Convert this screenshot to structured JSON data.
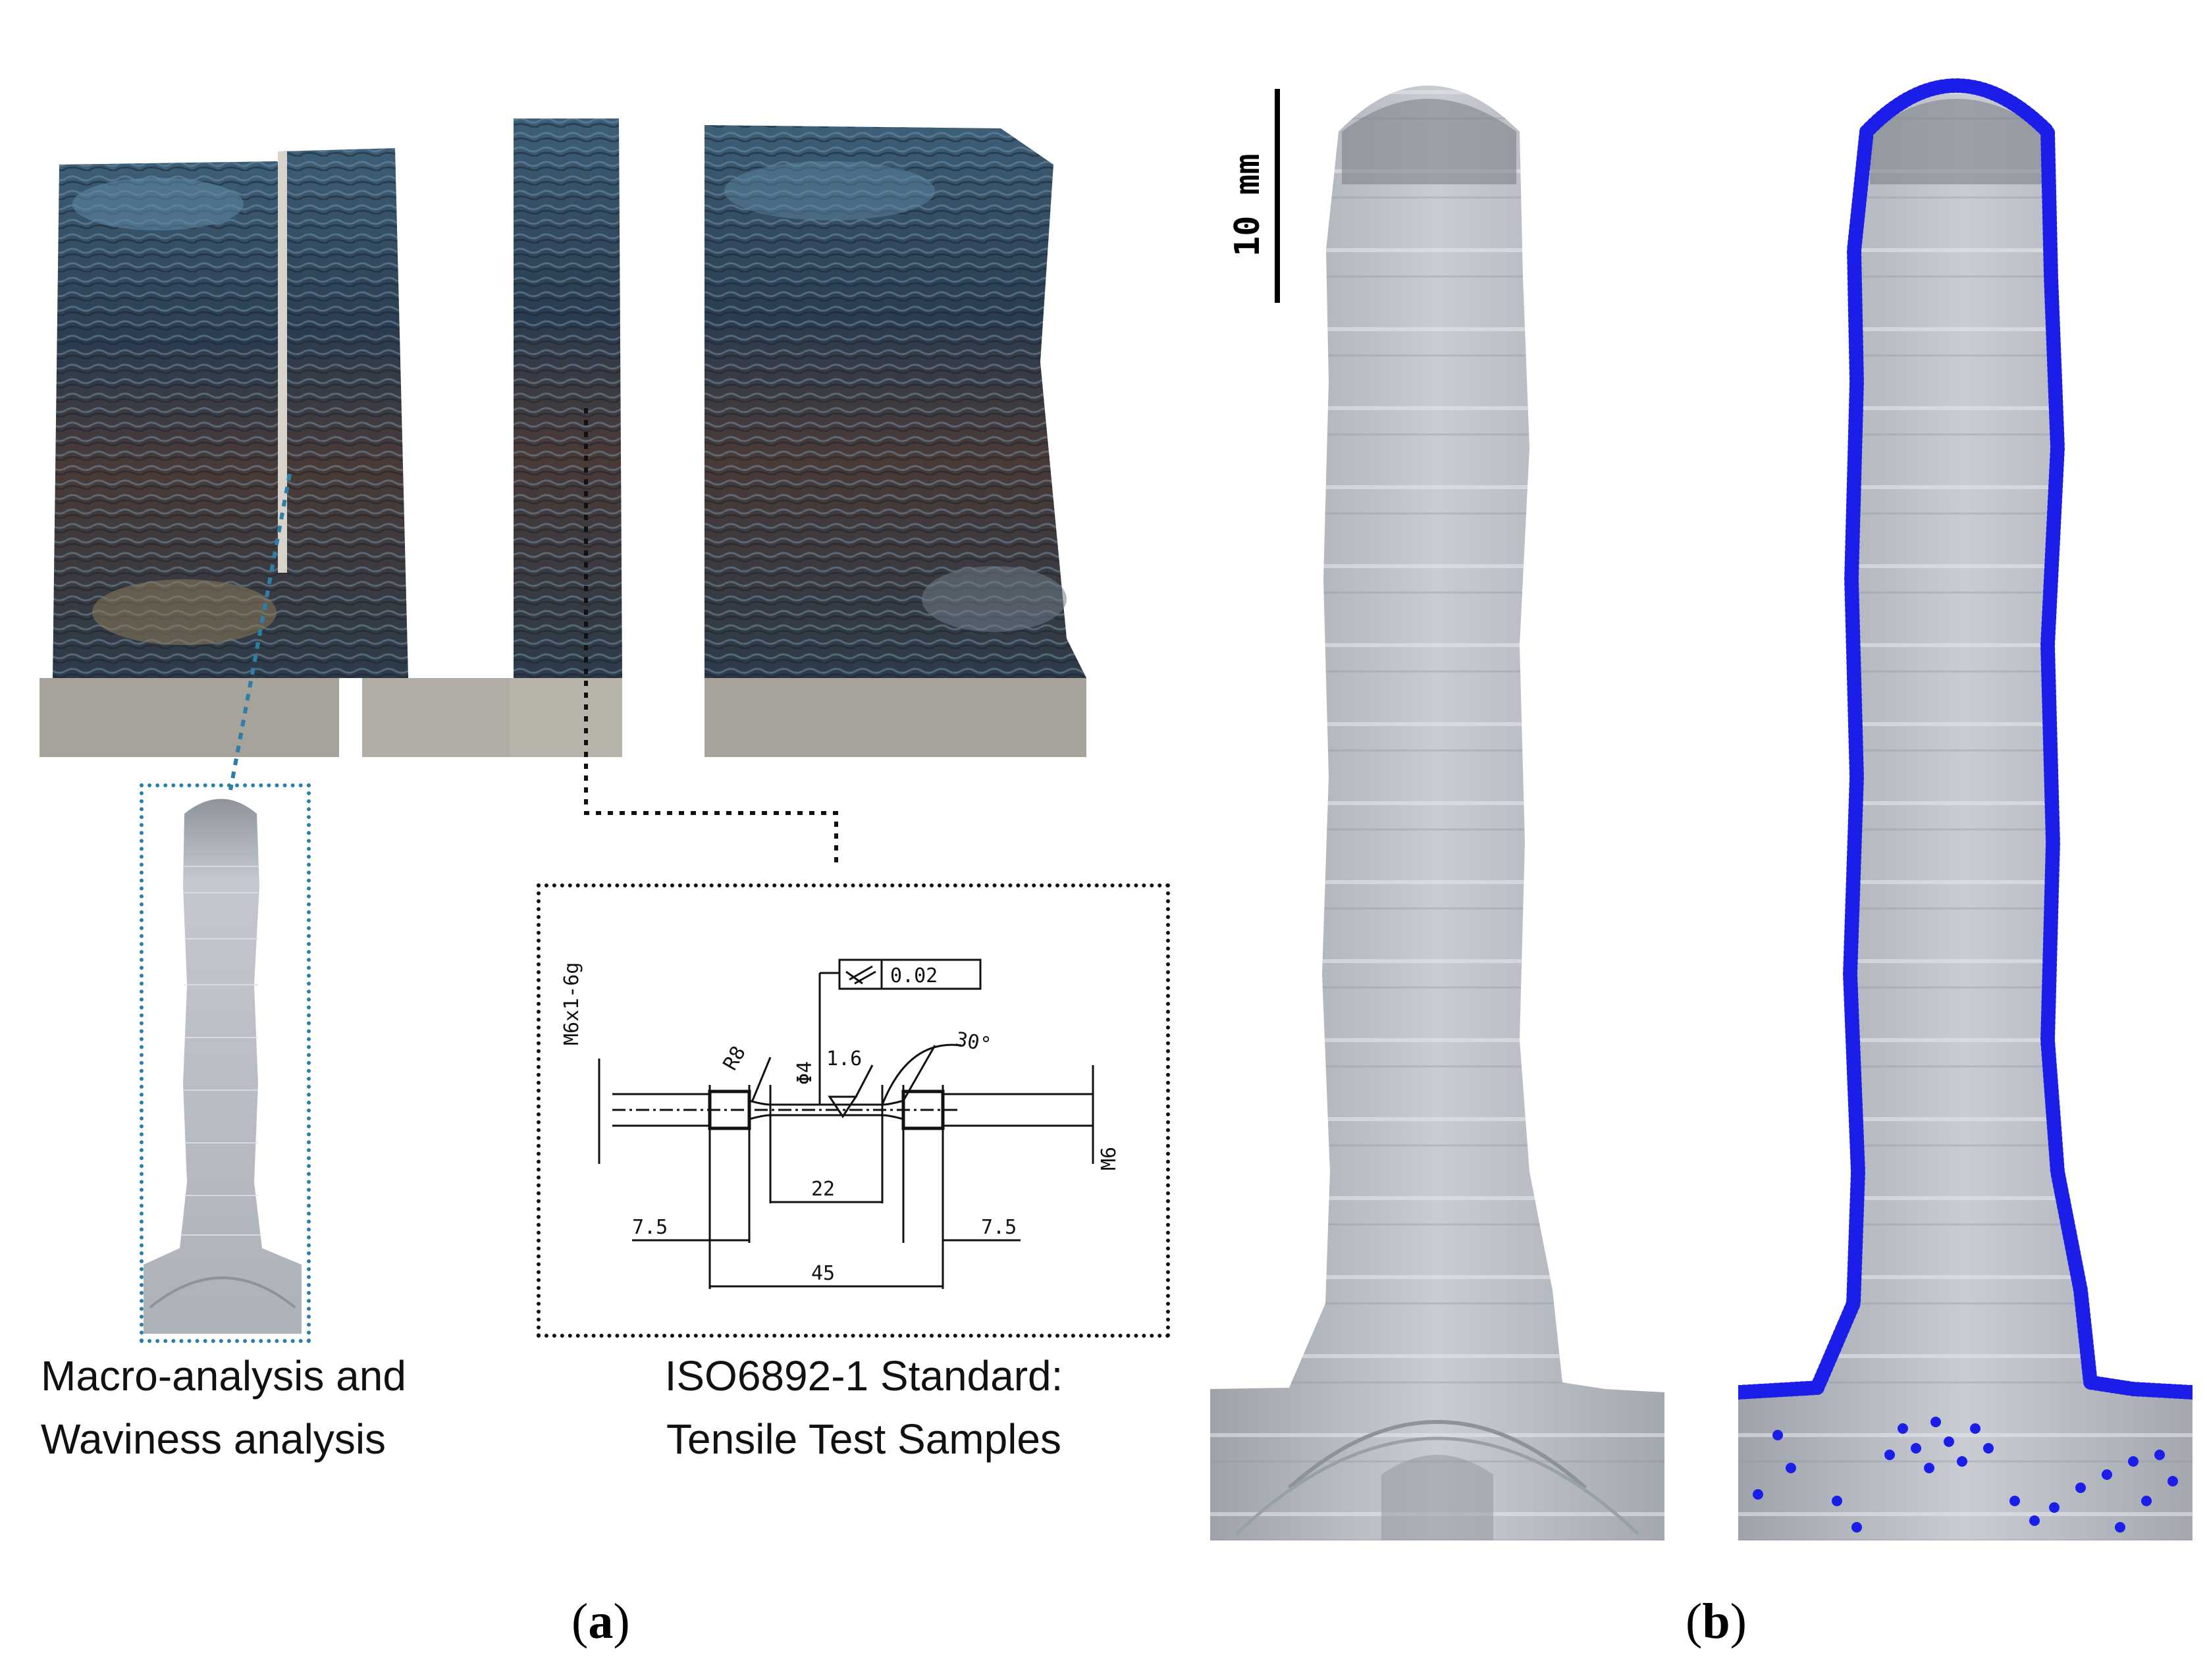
{
  "panel_a": {
    "label_open": "(",
    "label_letter": "a",
    "label_close": ")",
    "caption_left": [
      "Macro-analysis and",
      "Waviness analysis"
    ],
    "caption_right": [
      "ISO6892-1 Standard:",
      "Tensile Test Samples"
    ],
    "drawing": {
      "thread_spec": "M6x1-6g",
      "tolerance_value": "0.02",
      "radius": "R8",
      "diameter": "Φ4",
      "roughness": "1.6",
      "angle": "30°",
      "gauge_length": "22",
      "grip_left": "7.5",
      "grip_right": "7.5",
      "total_length": "45",
      "end_thread": "M6"
    }
  },
  "panel_b": {
    "label_open": "(",
    "label_letter": "b",
    "label_close": ")",
    "scale_bar": "10 mm"
  },
  "colors": {
    "outline_dots": "#1a1ee8",
    "dotted_link": "#2b7fa8",
    "metal_dark": "#2c3d52",
    "section_gray": "#b9bcc3"
  }
}
